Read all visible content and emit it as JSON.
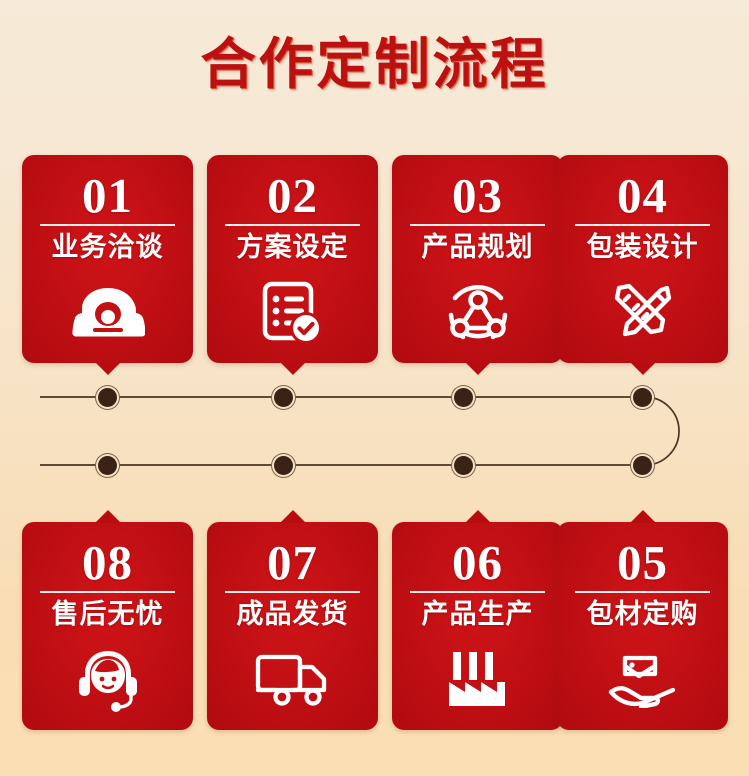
{
  "title": "合作定制流程",
  "theme": {
    "card_red": "#c21014",
    "title_red": "#bb1111",
    "bg_top": "#f6ead8",
    "bg_bottom": "#fadfb4",
    "rail_dark": "#3a2215",
    "text_white": "#ffffff"
  },
  "steps": [
    {
      "number": "01",
      "label": "业务洽谈",
      "icon": "telephone-icon",
      "row": "top"
    },
    {
      "number": "02",
      "label": "方案设定",
      "icon": "clipboard-check-icon",
      "row": "top"
    },
    {
      "number": "03",
      "label": "产品规划",
      "icon": "network-nodes-icon",
      "row": "top"
    },
    {
      "number": "04",
      "label": "包装设计",
      "icon": "pencil-ruler-icon",
      "row": "top"
    },
    {
      "number": "05",
      "label": "包材定购",
      "icon": "hand-package-icon",
      "row": "bottom"
    },
    {
      "number": "06",
      "label": "产品生产",
      "icon": "factory-icon",
      "row": "bottom"
    },
    {
      "number": "07",
      "label": "成品发货",
      "icon": "delivery-truck-icon",
      "row": "bottom"
    },
    {
      "number": "08",
      "label": "售后无忧",
      "icon": "headset-support-icon",
      "row": "bottom"
    }
  ],
  "flow": {
    "direction_note": "top-row left-to-right, U-turn at right, bottom-row right-to-left",
    "dot_count": 8
  }
}
